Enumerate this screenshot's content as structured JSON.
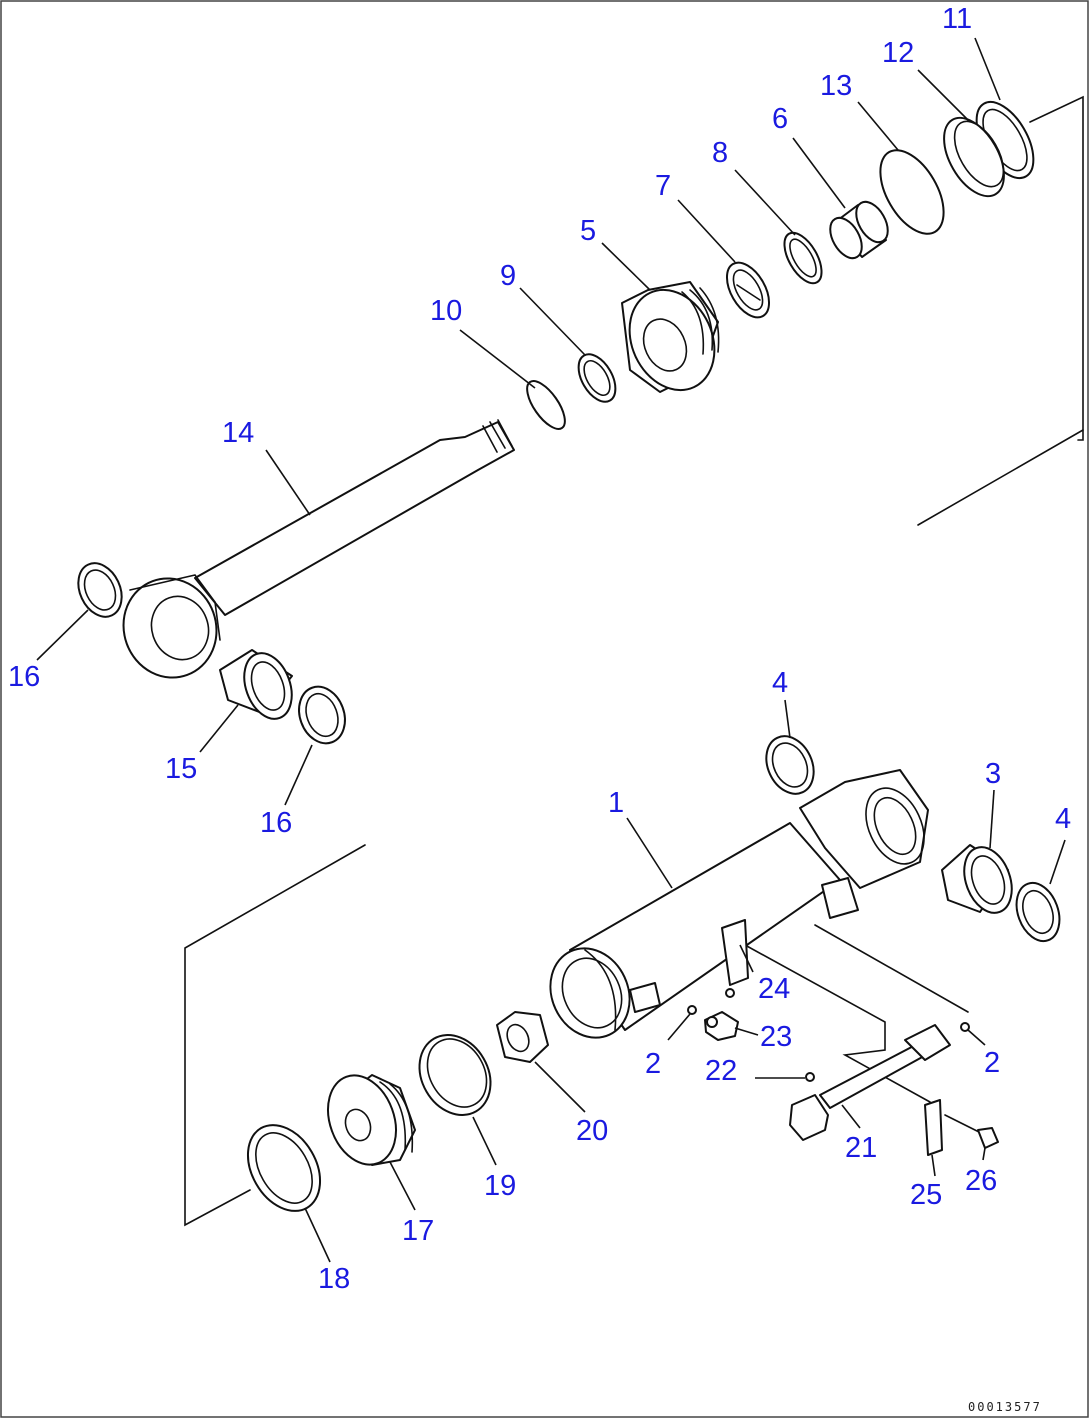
{
  "drawing_number": "00013577",
  "labels": [
    {
      "id": "p11",
      "text": "11"
    },
    {
      "id": "p12",
      "text": "12"
    },
    {
      "id": "p13",
      "text": "13"
    },
    {
      "id": "p6",
      "text": "6"
    },
    {
      "id": "p8",
      "text": "8"
    },
    {
      "id": "p7",
      "text": "7"
    },
    {
      "id": "p5",
      "text": "5"
    },
    {
      "id": "p9",
      "text": "9"
    },
    {
      "id": "p10",
      "text": "10"
    },
    {
      "id": "p14",
      "text": "14"
    },
    {
      "id": "p16a",
      "text": "16"
    },
    {
      "id": "p15",
      "text": "15"
    },
    {
      "id": "p16b",
      "text": "16"
    },
    {
      "id": "p4a",
      "text": "4"
    },
    {
      "id": "p3",
      "text": "3"
    },
    {
      "id": "p4b",
      "text": "4"
    },
    {
      "id": "p1",
      "text": "1"
    },
    {
      "id": "p24",
      "text": "24"
    },
    {
      "id": "p23",
      "text": "23"
    },
    {
      "id": "p2a",
      "text": "2"
    },
    {
      "id": "p22",
      "text": "22"
    },
    {
      "id": "p2b",
      "text": "2"
    },
    {
      "id": "p20",
      "text": "20"
    },
    {
      "id": "p21",
      "text": "21"
    },
    {
      "id": "p19",
      "text": "19"
    },
    {
      "id": "p25",
      "text": "25"
    },
    {
      "id": "p26",
      "text": "26"
    },
    {
      "id": "p17",
      "text": "17"
    },
    {
      "id": "p18",
      "text": "18"
    }
  ]
}
